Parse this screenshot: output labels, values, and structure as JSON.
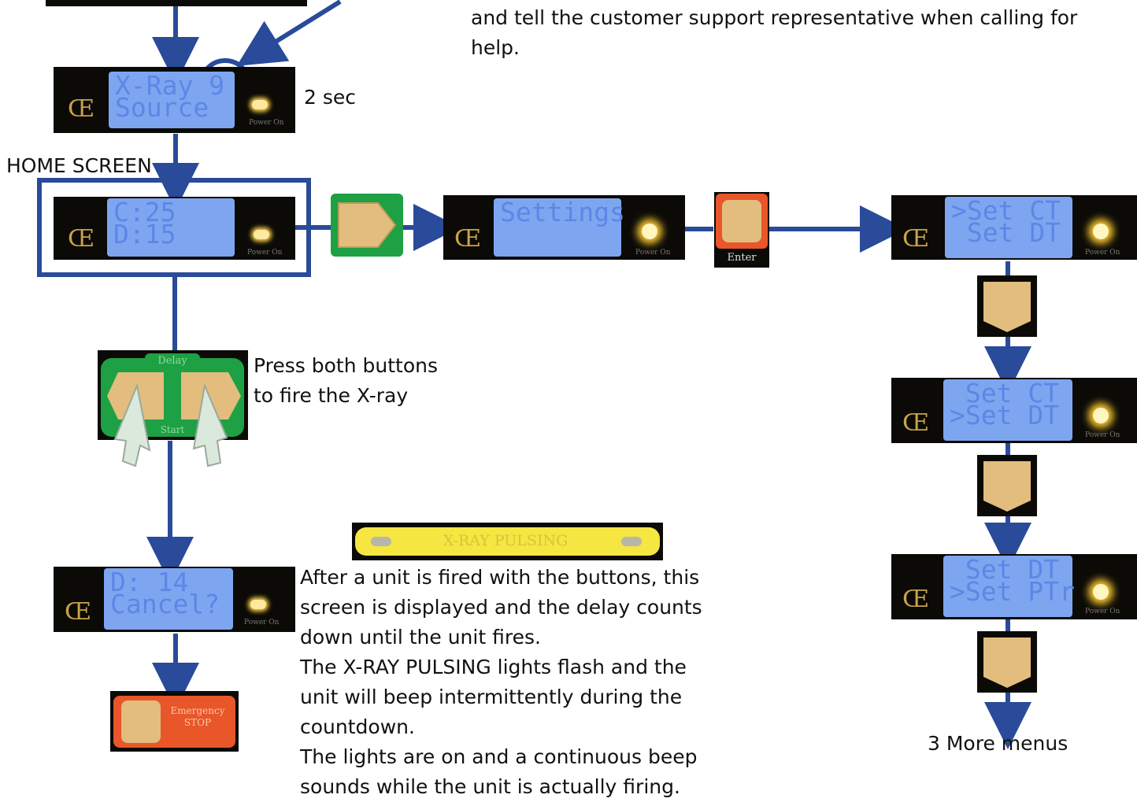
{
  "header_text": "and tell the customer support representative when calling for help.",
  "screens": {
    "xray_source": {
      "line1": "X-Ray 9",
      "line2": "Source",
      "power": "Power On"
    },
    "home": {
      "line1": "C:25",
      "line2": "D:15",
      "power": "Power On"
    },
    "settings": {
      "line1": "Settings",
      "power": "Power On"
    },
    "set_ct": {
      "line1": ">Set CT",
      "line2": " Set DT",
      "power": "Power On"
    },
    "set_dt": {
      "line1": " Set CT",
      "line2": ">Set DT",
      "power": "Power On"
    },
    "set_ptr": {
      "line1": " Set DT",
      "line2": ">Set PTr",
      "power": "Power On"
    },
    "countdown": {
      "line1": "D: 14",
      "line2": "Cancel?",
      "power": "Power On"
    }
  },
  "labels": {
    "two_sec": "2 sec",
    "home_screen": "HOME SCREEN",
    "press_both": "Press both buttons to fire the X-ray",
    "enter": "Enter",
    "delay": "Delay",
    "start": "Start",
    "xray_pulsing": "X-RAY PULSING",
    "emergency": "Emergency STOP",
    "more_menus": "3 More menus"
  },
  "description": [
    "After a unit is fired with the buttons, this screen is displayed and the delay counts down until the unit fires.",
    "The X-RAY PULSING lights flash and the unit will beep intermittently during the countdown.",
    "The lights are on and a continuous beep sounds while the unit is actually firing."
  ],
  "colors": {
    "arrow": "#2a4a9a",
    "lcd": "#7ea6f0",
    "panel": "#0b0a06",
    "green": "#2aa84a",
    "orange": "#e8562a",
    "tan": "#e2bd7e",
    "yellow": "#f5e642"
  }
}
